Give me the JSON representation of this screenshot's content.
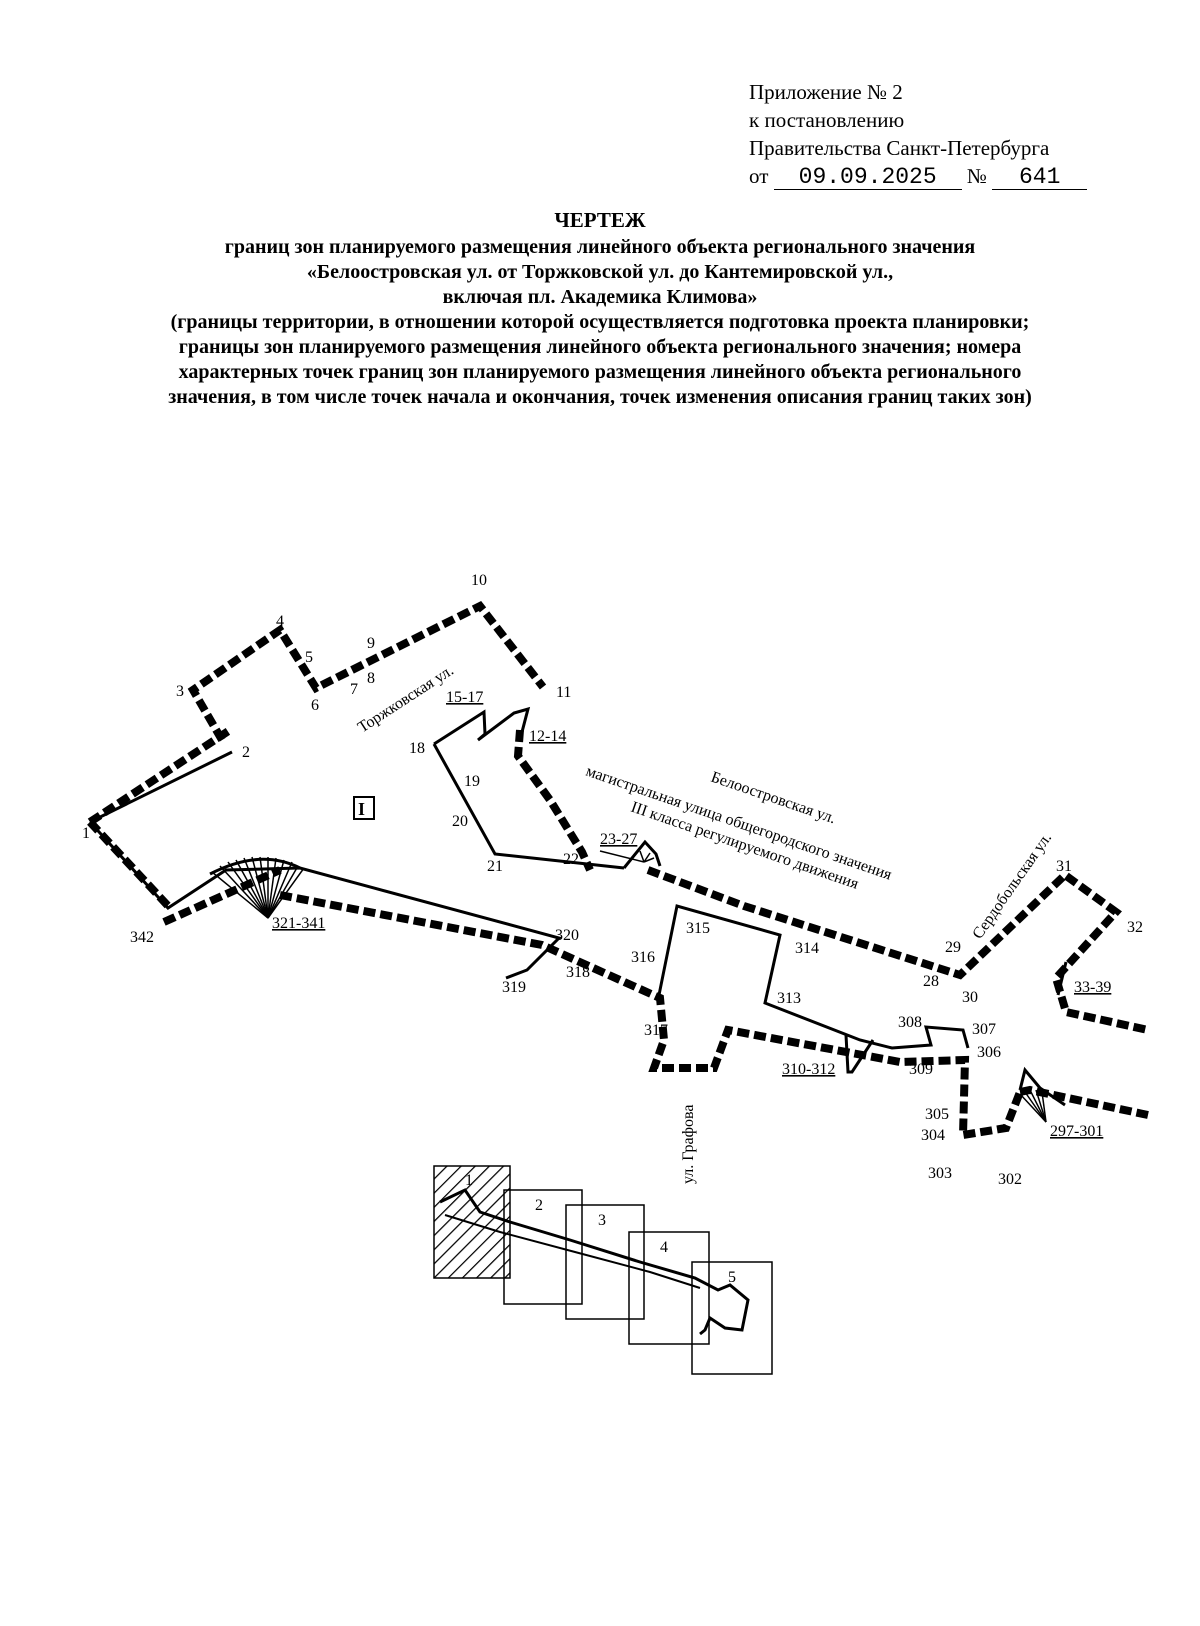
{
  "appendix": {
    "line1": "Приложение № 2",
    "line2": "к постановлению",
    "line3": "Правительства Санкт-Петербурга",
    "date_prefix": "от",
    "date": "09.09.2025",
    "number_prefix": "№",
    "number": "641"
  },
  "heading": {
    "title": "ЧЕРТЕЖ",
    "line1": "границ зон планируемого  размещения линейного объекта регионального значения",
    "line2": "«Белоостровская ул. от Торжковской ул. до Кантемировской ул.,",
    "line3": "включая пл. Академика Климова»",
    "line4": "(границы территории, в отношении которой осуществляется подготовка проекта планировки;",
    "line5": "границы зон планируемого размещения линейного объекта регионального значения; номера",
    "line6": "характерных точек границ зон планируемого размещения линейного объекта регионального",
    "line7": "значения, в том числе точек начала и окончания, точек изменения описания границ таких зон)"
  },
  "map": {
    "zone_label": "I",
    "street_torzhkovskaya": "Торжковская ул.",
    "street_beloostrovskaya": "Белоостровская ул.",
    "street_class_line1": "магистральная улица общегородского значения",
    "street_class_line2": "III класса регулируемого движения",
    "street_serdobolskaya": "Сердобольская ул.",
    "street_grafova": "ул. Графова",
    "points": {
      "p1": "1",
      "p2": "2",
      "p3": "3",
      "p4": "4",
      "p5": "5",
      "p6": "6",
      "p7": "7",
      "p8": "8",
      "p9": "9",
      "p10": "10",
      "p11": "11",
      "p12_14": "12-14",
      "p15_17": "15-17",
      "p18": "18",
      "p19": "19",
      "p20": "20",
      "p21": "21",
      "p22": "22",
      "p23_27": "23-27",
      "p28": "28",
      "p29": "29",
      "p30": "30",
      "p31": "31",
      "p32": "32",
      "p33_39": "33-39",
      "p297_301": "297-301",
      "p302": "302",
      "p303": "303",
      "p304": "304",
      "p305": "305",
      "p306": "306",
      "p307": "307",
      "p308": "308",
      "p309": "309",
      "p310_312": "310-312",
      "p313": "313",
      "p314": "314",
      "p315": "315",
      "p316": "316",
      "p317": "317",
      "p318": "318",
      "p319": "319",
      "p320": "320",
      "p321_341": "321-341",
      "p342": "342"
    }
  },
  "index_map": {
    "sheet1": "1",
    "sheet2": "2",
    "sheet3": "3",
    "sheet4": "4",
    "sheet5": "5"
  }
}
